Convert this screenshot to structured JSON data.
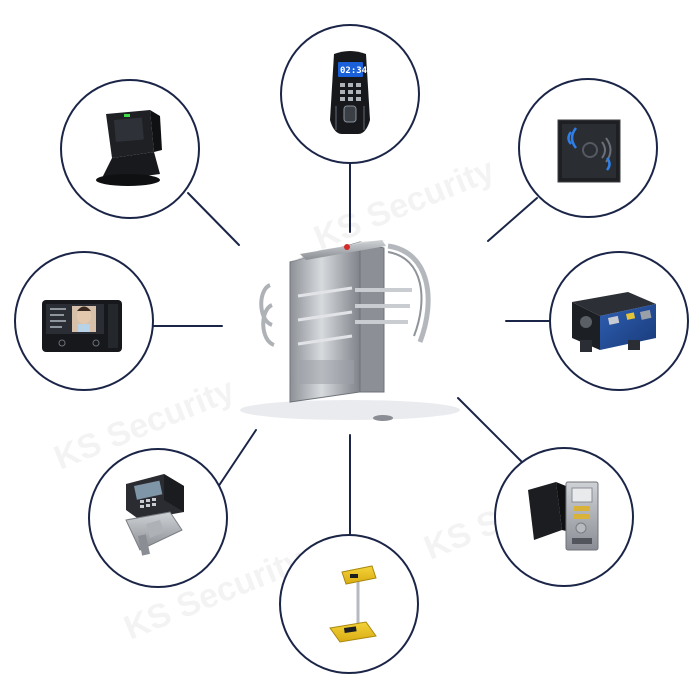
{
  "diagram": {
    "type": "hub-and-spoke",
    "hub": {
      "icon": "half-height-turnstile-icon"
    },
    "spokes": [
      {
        "id": "fingerprint-keypad",
        "icon": "fingerprint-keypad-terminal-icon",
        "screen_text": "02:34"
      },
      {
        "id": "rfid-reader",
        "icon": "rfid-card-reader-icon"
      },
      {
        "id": "turnstile-mechanism",
        "icon": "turnstile-mechanism-module-icon"
      },
      {
        "id": "coin-acceptor",
        "icon": "coin-acceptor-icon"
      },
      {
        "id": "ticket-scanner",
        "icon": "ticket-scanner-stand-icon"
      },
      {
        "id": "hand-geometry-reader",
        "icon": "hand-geometry-reader-icon"
      },
      {
        "id": "face-recognition-terminal",
        "icon": "face-recognition-terminal-icon"
      },
      {
        "id": "barcode-scanner",
        "icon": "barcode-scanner-icon"
      }
    ]
  },
  "colors": {
    "ring": "#1b2547",
    "link": "#1b2547",
    "steel": "#a9adb3",
    "background": "#ffffff"
  }
}
